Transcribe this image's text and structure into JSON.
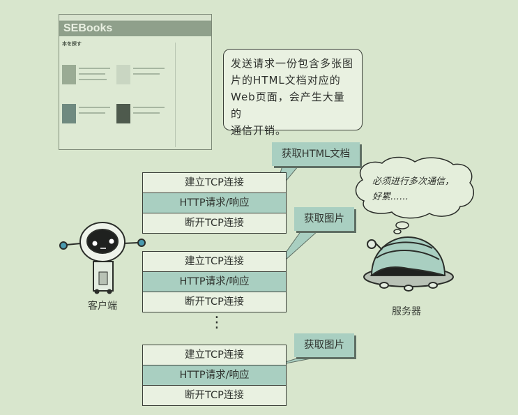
{
  "webpage_thumbnail": {
    "logo_text": "SEBooks",
    "heading": "本を探す"
  },
  "speech_box": {
    "lines": [
      "发送请求一份包含多张图",
      "片的HTML文档对应的",
      "Web页面，会产生大量的",
      "通信开销。"
    ]
  },
  "sequences": [
    {
      "rows": [
        "建立TCP连接",
        "HTTP请求/响应",
        "断开TCP连接"
      ],
      "callout": "获取HTML文档"
    },
    {
      "rows": [
        "建立TCP连接",
        "HTTP请求/响应",
        "断开TCP连接"
      ],
      "callout": "获取图片"
    },
    {
      "rows": [
        "建立TCP连接",
        "HTTP请求/响应",
        "断开TCP连接"
      ],
      "callout": "获取图片"
    }
  ],
  "ellipsis": "⋮",
  "client": {
    "label": "客户端"
  },
  "server": {
    "label": "服务器",
    "thought": [
      "必须进行多次通信，",
      "好累……"
    ]
  },
  "colors": {
    "background": "#d8e6cd",
    "highlight": "#a9cfc1",
    "outline": "#3a3f38"
  }
}
